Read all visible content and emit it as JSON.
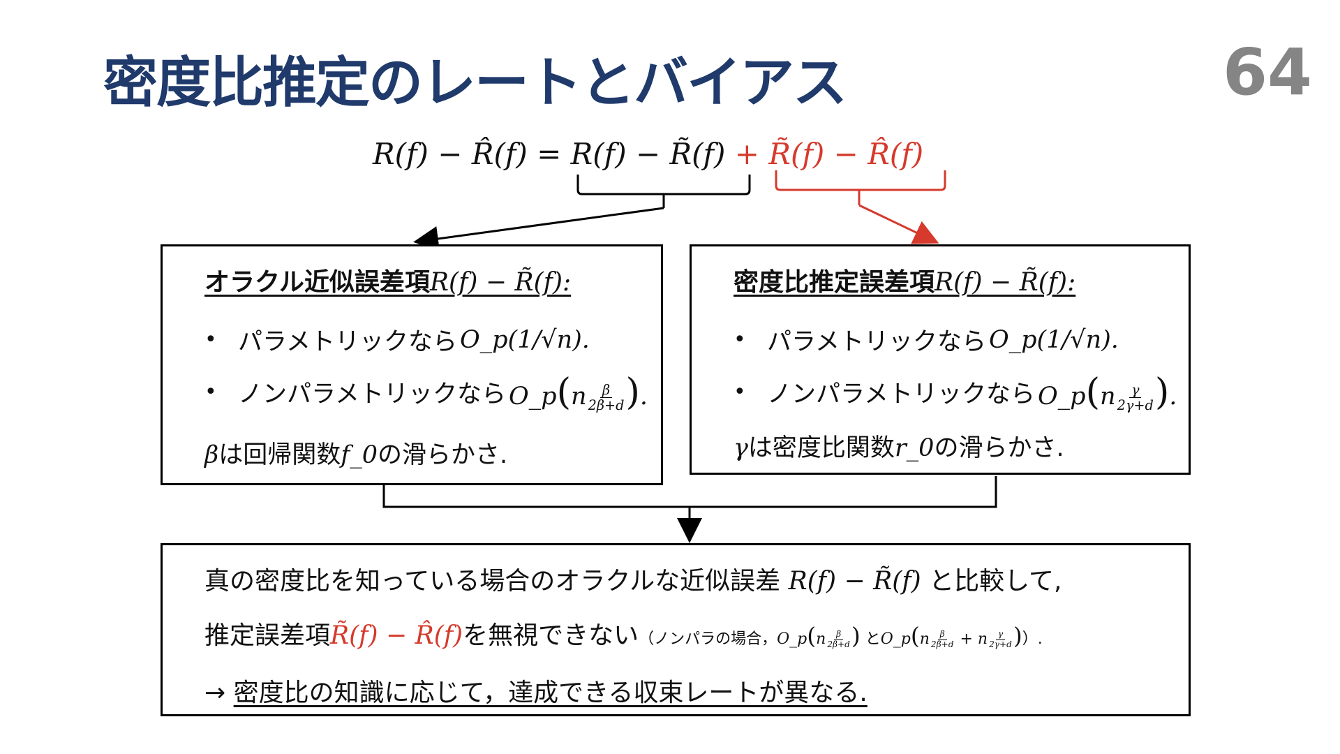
{
  "slide": {
    "title": "密度比推定のレートとバイアス",
    "page_number": "64"
  },
  "equation": {
    "lhs": "R(f) − R̂(f) = ",
    "black_term": "R(f) − R̃(f)",
    "plus": " + ",
    "red_term": "R̃(f) − R̂(f)"
  },
  "left_box": {
    "heading_text": "オラクル近似誤差項",
    "heading_math": "R(f) − R̃(f):",
    "bullet1_text": "パラメトリックなら",
    "bullet1_math": "O_p(1/√n).",
    "bullet2_text": "ノンパラメトリックなら",
    "bullet2_op": "O_p",
    "bullet2_base": "n",
    "bullet2_exp_num": "β",
    "bullet2_exp_den": "2β+d",
    "bullet2_tail": ".",
    "note_sym": "β",
    "note_text1": "は回帰関数",
    "note_fn": "f_0",
    "note_text2": "の滑らかさ."
  },
  "right_box": {
    "heading_text": "密度比推定誤差項",
    "heading_math": "R(f) − R̃(f):",
    "bullet1_text": "パラメトリックなら",
    "bullet1_math": "O_p(1/√n).",
    "bullet2_text": "ノンパラメトリックなら ",
    "bullet2_op": "O_p",
    "bullet2_base": "n",
    "bullet2_exp_num": "γ",
    "bullet2_exp_den": "2γ+d",
    "bullet2_tail": ".",
    "note_sym": "γ",
    "note_text1": "は密度比関数",
    "note_fn": "r_0",
    "note_text2": "の滑らかさ."
  },
  "bottom_box": {
    "line1_text": "真の密度比を知っている場合のオラクルな近似誤差 ",
    "line1_math": "R(f) − R̃(f)",
    "line1_tail": " と比較して,",
    "line2_text1": "推定誤差項",
    "line2_red": "R̃(f) − R̂(f)",
    "line2_text2": "を無視できない",
    "line2_small": "（ノンパラの場合，",
    "line2_op1": "O_p",
    "line2_exp1_num": "β",
    "line2_exp1_den": "2β+d",
    "line2_and": " と",
    "line2_op2": "O_p",
    "line2_exp2a_num": "β",
    "line2_exp2a_den": "2β+d",
    "line2_plus": " + ",
    "line2_exp2b_num": "γ",
    "line2_exp2b_den": "2γ+d",
    "line2_close": "）.",
    "line3_arrow": "→ ",
    "line3_text": "密度比の知識に応じて，達成できる収束レートが異なる."
  },
  "colors": {
    "title": "#1f3a6b",
    "page_number": "#858585",
    "accent_red": "#d53a2c",
    "line": "#000000"
  }
}
